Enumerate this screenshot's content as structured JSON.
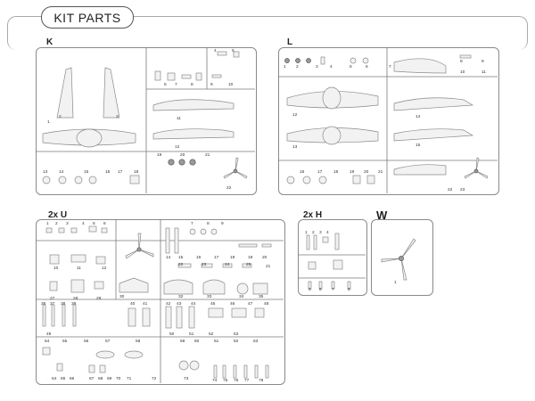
{
  "header": {
    "title": "KIT PARTS"
  },
  "sprues": {
    "K": {
      "label": "K",
      "numbers": [
        "1",
        "2",
        "3",
        "4",
        "5",
        "6",
        "7",
        "8",
        "9",
        "10",
        "11",
        "12",
        "13",
        "14",
        "15",
        "16",
        "17",
        "18",
        "19",
        "20",
        "21",
        "22"
      ]
    },
    "L": {
      "label": "L",
      "numbers": [
        "1",
        "2",
        "3",
        "4",
        "5",
        "6",
        "7",
        "8",
        "9",
        "10",
        "11",
        "12",
        "13",
        "14",
        "15",
        "16",
        "17",
        "18",
        "19",
        "20",
        "21",
        "22",
        "23"
      ]
    },
    "U": {
      "label": "2x U",
      "numbers": [
        "1",
        "2",
        "3",
        "4",
        "5",
        "6",
        "7",
        "8",
        "9",
        "10",
        "11",
        "12",
        "13",
        "14",
        "15",
        "16",
        "17",
        "18",
        "19",
        "20",
        "21",
        "22",
        "23",
        "24",
        "25",
        "26",
        "27",
        "28",
        "29",
        "30",
        "31",
        "32",
        "33",
        "34",
        "35",
        "36",
        "37",
        "38",
        "39",
        "40",
        "41",
        "42",
        "43",
        "44",
        "45",
        "46",
        "47",
        "48",
        "49",
        "50",
        "51",
        "52",
        "53",
        "54",
        "55",
        "56",
        "57",
        "58",
        "59",
        "60",
        "61",
        "62",
        "63",
        "64",
        "65",
        "66",
        "67",
        "68",
        "69",
        "70",
        "71",
        "72",
        "73",
        "74",
        "75",
        "76",
        "77",
        "78"
      ]
    },
    "H": {
      "label": "2x H",
      "numbers": [
        "1",
        "2",
        "3",
        "4",
        "5",
        "6",
        "7",
        "8"
      ]
    },
    "W": {
      "label": "W",
      "numbers": [
        "1"
      ]
    }
  }
}
